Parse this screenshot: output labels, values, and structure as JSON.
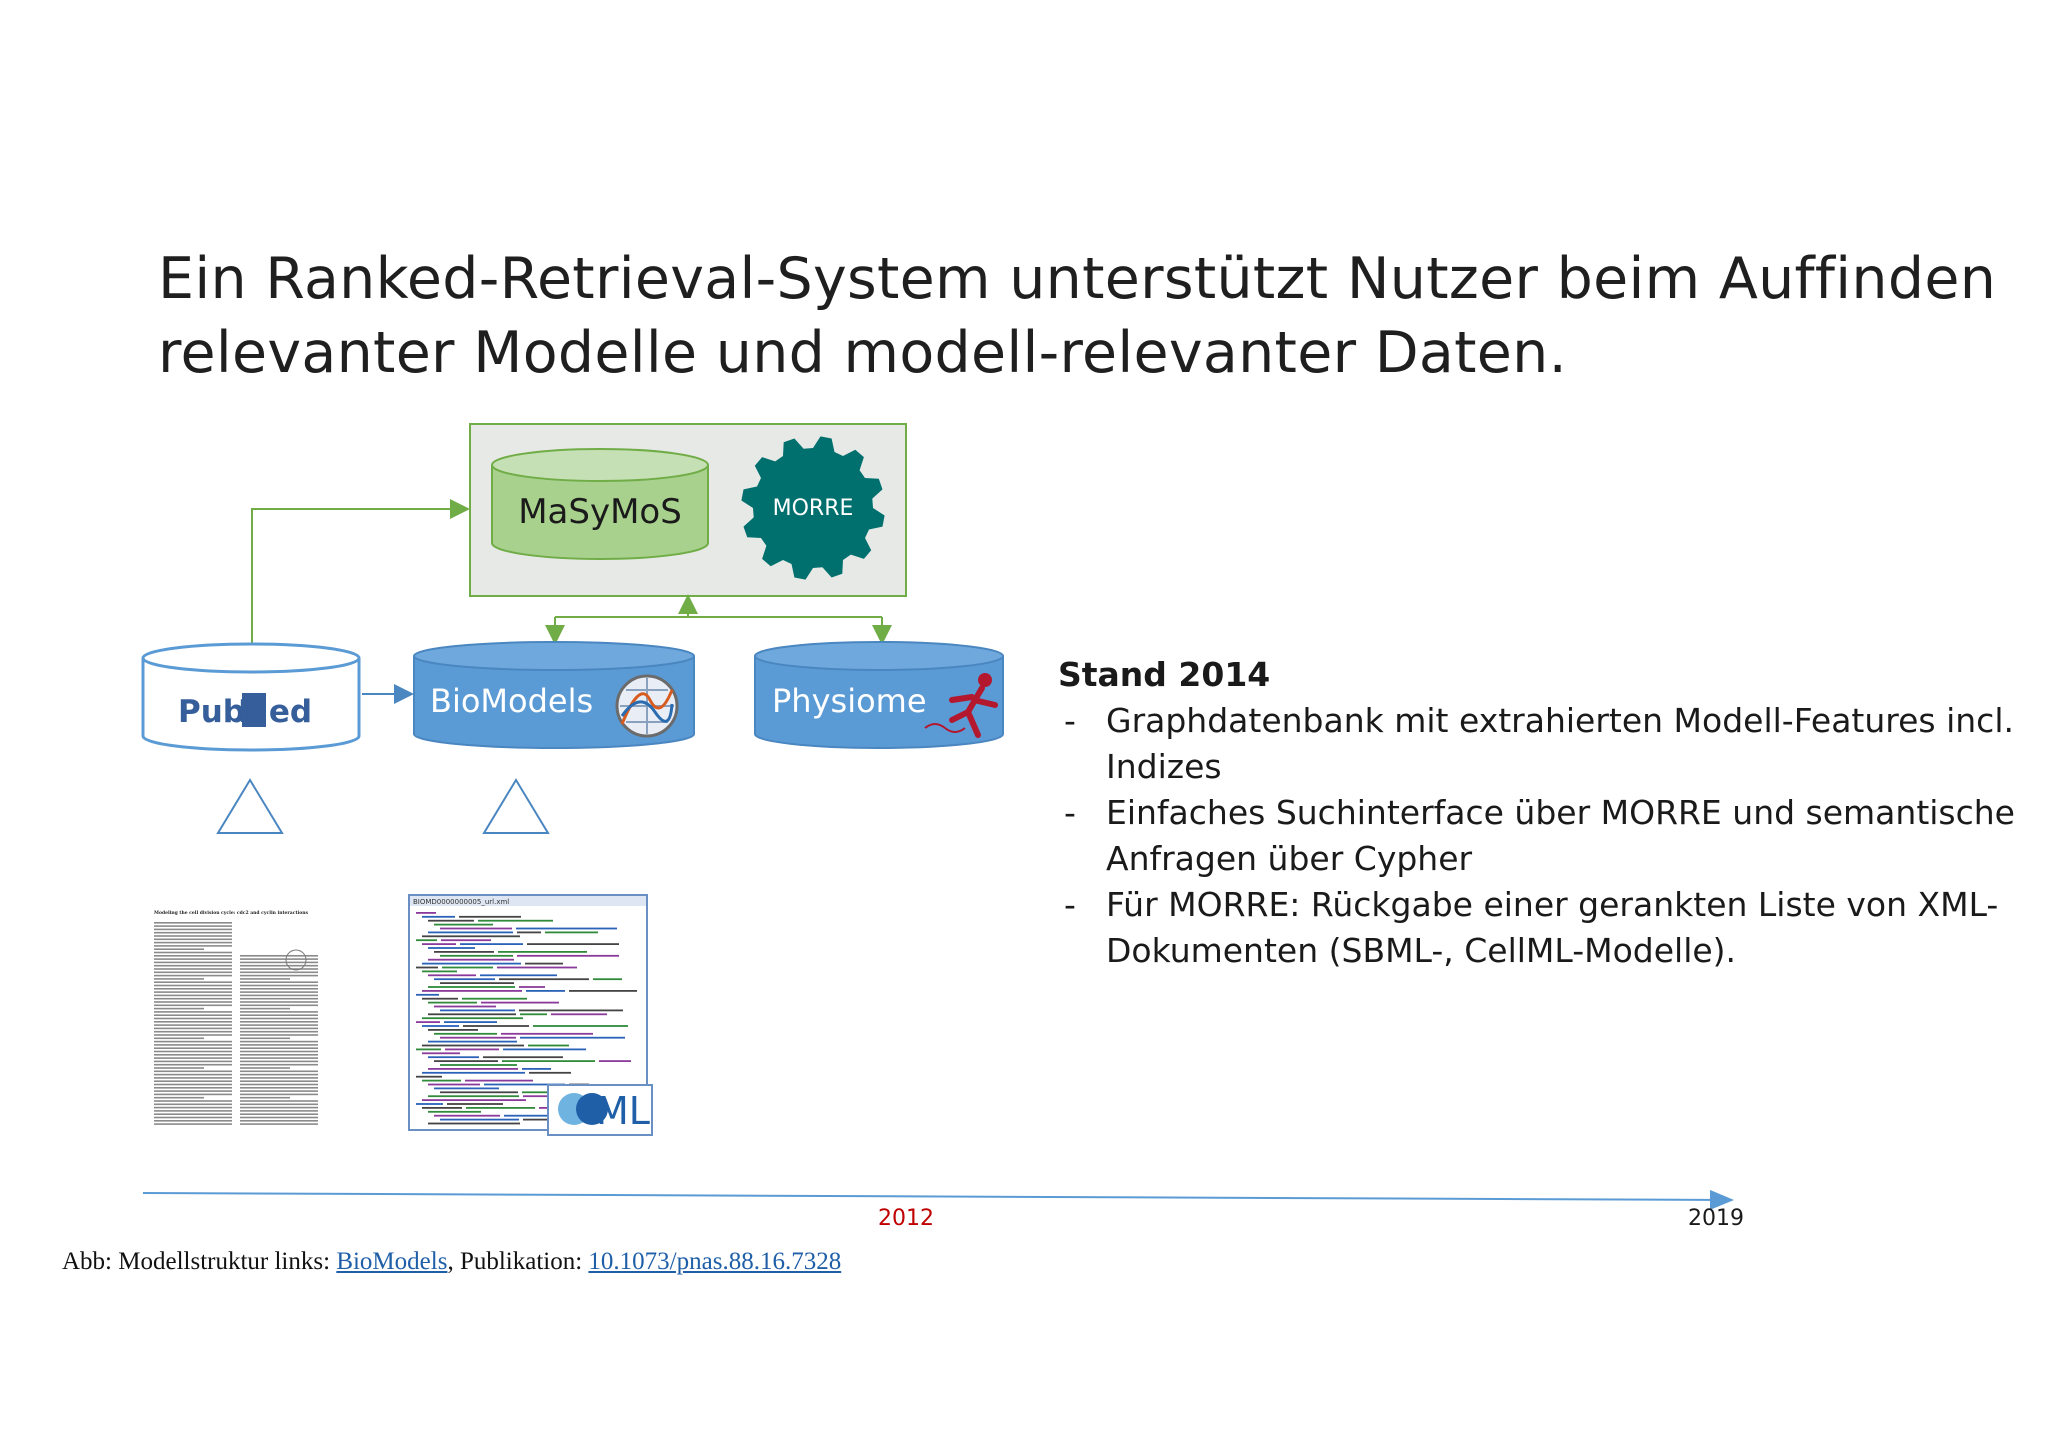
{
  "title": {
    "line1": "Ein Ranked-Retrieval-System unterstützt Nutzer beim Auffinden",
    "line2": "relevanter Modelle und modell-relevanter Daten."
  },
  "diagram": {
    "masymos_label": "MaSyMoS",
    "morre_label": "MORRE",
    "pubmed_logo": "PubMed",
    "biomodels_label": "BioModels",
    "physiome_label": "Physiome",
    "sbml_logo": "SBML",
    "xml_window_title": "BIOMD0000000005_url.xml",
    "paper_heading": "Modeling the cell division cycle: cdc2 and cyclin interactions",
    "colors": {
      "green_fill": "#a9d18e",
      "green_border": "#70ad47",
      "blue_fill": "#5b9bd5",
      "blue_border": "#4a86c0",
      "gear": "#00706f",
      "box_fill": "#e7e9e6"
    }
  },
  "notes": {
    "heading": "Stand 2014",
    "items": [
      "Graphdatenbank mit extrahierten Modell-Features incl. Indizes",
      "Einfaches Suchinterface über MORRE und semantische Anfragen über Cypher",
      "Für MORRE: Rückgabe einer gerankten Liste von XML-Dokumenten (SBML-, CellML-Modelle)."
    ]
  },
  "timeline": {
    "year_2012": "2012",
    "year_2019": "2019",
    "color_2012": "#c00000"
  },
  "caption": {
    "prefix": "Abb: Modellstruktur links: ",
    "link1": "BioModels",
    "middle": ", Publikation: ",
    "link2": "10.1073/pnas.88.16.7328"
  }
}
